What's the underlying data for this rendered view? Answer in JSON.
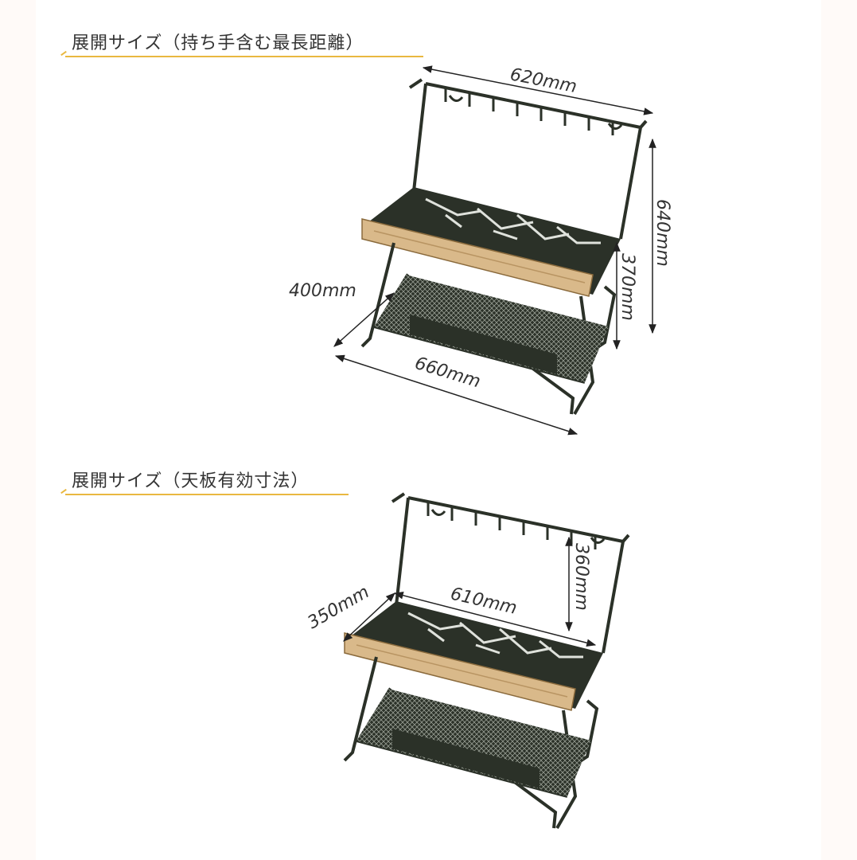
{
  "sections": [
    {
      "title": "展開サイズ（持ち手含む最長距離）",
      "dimensions": {
        "width_top": "620mm",
        "height_total": "640mm",
        "height_shelf": "370mm",
        "depth": "400mm",
        "width_bottom": "660mm"
      }
    },
    {
      "title": "展開サイズ（天板有効寸法）",
      "dimensions": {
        "depth": "350mm",
        "width": "610mm",
        "height": "360mm"
      }
    }
  ],
  "colors": {
    "accent_underline": "#e9b840",
    "frame": "#2b3128",
    "wood": "#d9b98a",
    "text": "#333333"
  }
}
